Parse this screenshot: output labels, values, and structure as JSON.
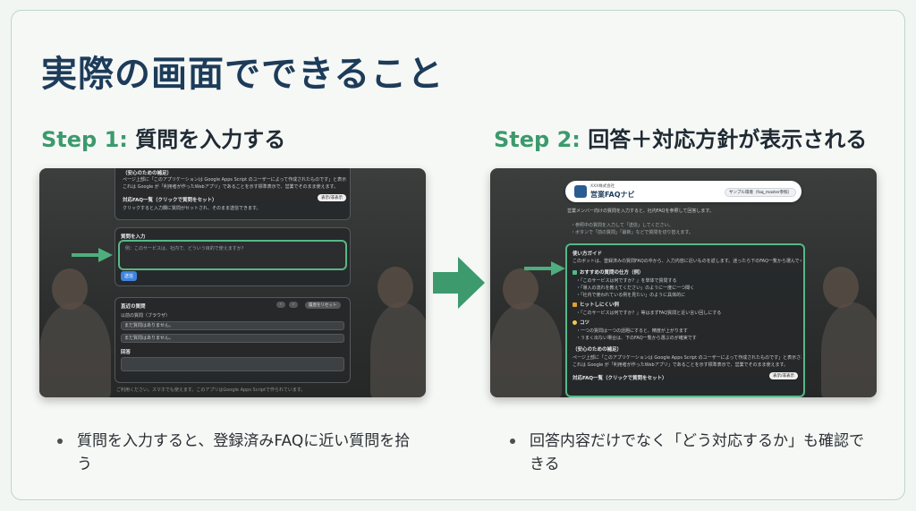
{
  "slide": {
    "title": "実際の画面でできること",
    "step1": {
      "no": "Step 1:",
      "label": "質問を入力する"
    },
    "step2": {
      "no": "Step 2:",
      "label": "回答＋対応方針が表示される"
    },
    "bullets": [
      "質問を入力すると、登録済みFAQに近い質問を拾う",
      "回答内容だけでなく「どう対応するか」も確認できる"
    ]
  },
  "shot1": {
    "notice_title": "（安心のための補足）",
    "notice_line1": "ページ上部に「このアプリケーションは Google Apps Script のユーザーによって作成されたものです」と表示されることがあります。",
    "notice_line2": "これは Google が「利用者が作ったWebアプリ」であることを示す標準表示で、営業でそのまま使えます。",
    "faq_list_title": "対応FAQ一覧（クリックで質問をセット）",
    "faq_list_button": "表示/非表示",
    "faq_hint": "クリックすると入力欄に質問がセットされ、そのまま送信できます。",
    "input_label": "質問を入力",
    "input_placeholder": "例：このサービスは、社内で、どういう目的で使えますか？",
    "send_button": "送信",
    "recent_title": "直近の質問",
    "reset_button": "履歴をリセット",
    "history_label": "以前の質問（ブラウザ）",
    "history_items": [
      "まだ質問はありません。",
      "まだ質問はありません。"
    ],
    "answer_label": "回答",
    "footer": "ご利用ください。スマホでも使えます。このアプリはGoogle Apps Scriptで作られています。"
  },
  "shot2": {
    "company": "XXX株式会社",
    "app_name": "営業FAQナビ",
    "app_badge": "サンプル環境（faq_master参照）",
    "intro": "営業メンバー向けの質問を入力すると、社内FAQを参照して回答します。",
    "intro2": "・参照中の質問を入力して「送信」してください。",
    "intro3": "・ボタンで「前の質問」「最新」などで質問を切り替えます。",
    "guide_title": "使い方ガイド",
    "guide_desc": "このボットは、登録済みの質問FAQの中から、入力内容に近いものを返します。迷ったら下のFAQ一覧から選んでください。",
    "recommend_title": "おすすめの質問の仕方（例）",
    "recommend_items": [
      "・「このサービスは何ですか？」を単体で質問する",
      "・「導入の流れを教えてください」のように一度に一つ聞く",
      "・「社内で使われている例を見たい」のように具体的に"
    ],
    "ng_title": "ヒットしにくい例",
    "ng_item": "・「このサービスは何ですか？」等はまずFAQ質問と近い言い回しにする",
    "tip_title": "コツ",
    "tip_items": [
      "・一つの質問は一つの話題にすると、精度が上がります",
      "・うまく出ない場合は、下のFAQ一覧から選ぶのが確実です"
    ],
    "notice_title": "（安心のための補足）",
    "notice_line1": "ページ上部に「このアプリケーションは Google Apps Script のユーザーによって作成されたものです」と表示されることがあります。",
    "notice_line2": "これは Google が「利用者が作ったWebアプリ」であることを示す標準表示で、営業でそのまま使えます。",
    "faq_list_title": "対応FAQ一覧（クリックで質問をセット）",
    "faq_list_button": "表示/非表示"
  },
  "colors": {
    "accent": "#3c9a6d",
    "title": "#1d3c5a",
    "highlight": "#56b886"
  }
}
